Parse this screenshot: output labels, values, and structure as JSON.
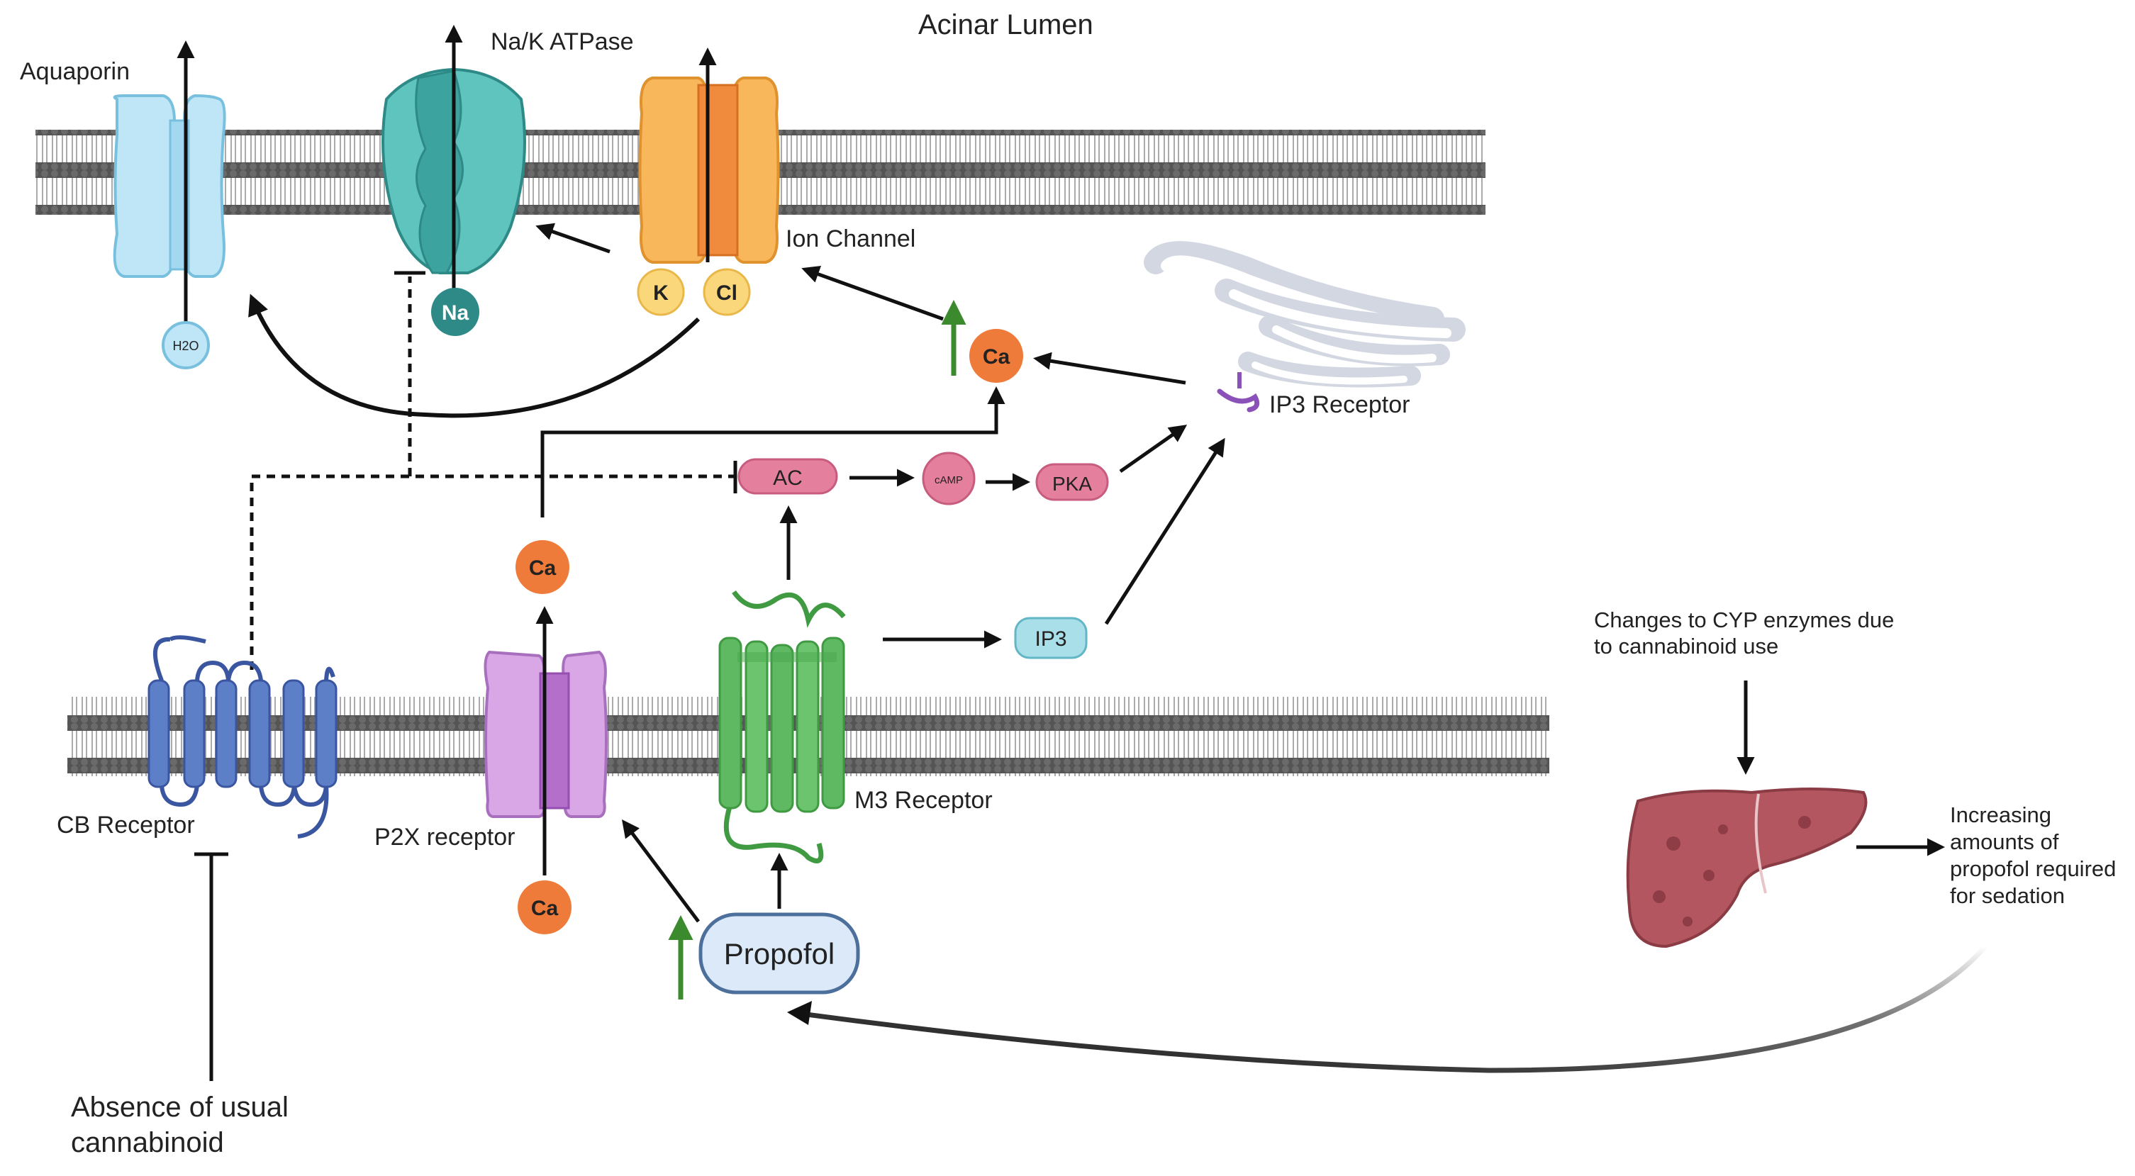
{
  "labels": {
    "acinar_lumen": "Acinar Lumen",
    "aquaporin": "Aquaporin",
    "na_k_atpase": "Na/K ATPase",
    "ion_channel": "Ion Channel",
    "ip3_receptor": "IP3 Receptor",
    "cb_receptor": "CB Receptor",
    "p2x_receptor": "P2X receptor",
    "m3_receptor": "M3 Receptor",
    "cyp_changes_l1": "Changes to CYP enzymes due",
    "cyp_changes_l2": "to cannabinoid use",
    "increasing_l1": "Increasing",
    "increasing_l2": "amounts of",
    "increasing_l3": "propofol required",
    "increasing_l4": "for sedation",
    "absence_l1": "Absence of usual",
    "absence_l2": "cannabinoid"
  },
  "molecules": {
    "h2o": "H2O",
    "na": "Na",
    "k": "K",
    "cl": "Cl",
    "ca_cyto": "Ca",
    "ca_upper": "Ca",
    "ca_lower": "Ca",
    "ac": "AC",
    "camp": "cAMP",
    "pka": "PKA",
    "ip3": "IP3",
    "propofol": "Propofol"
  },
  "colors": {
    "membrane": "#4a4a4a",
    "aquaporin": "#bfe6f7",
    "atpase": "#5fc3be",
    "ion_channel": "#f7b75a",
    "ion_channel_core": "#f08a3c",
    "calcium": "#ef7b3a",
    "k_cl": "#fbd77c",
    "na": "#2d8a86",
    "pink": "#e57f9e",
    "ip3": "#a9dfe8",
    "cb_receptor": "#5c7fc8",
    "p2x": "#d9a6e6",
    "m3": "#5fb862",
    "propofol": "#dbe9f8",
    "liver": "#b3565f",
    "er": "#d9dde6",
    "green_arrow": "#3c8a2e"
  }
}
